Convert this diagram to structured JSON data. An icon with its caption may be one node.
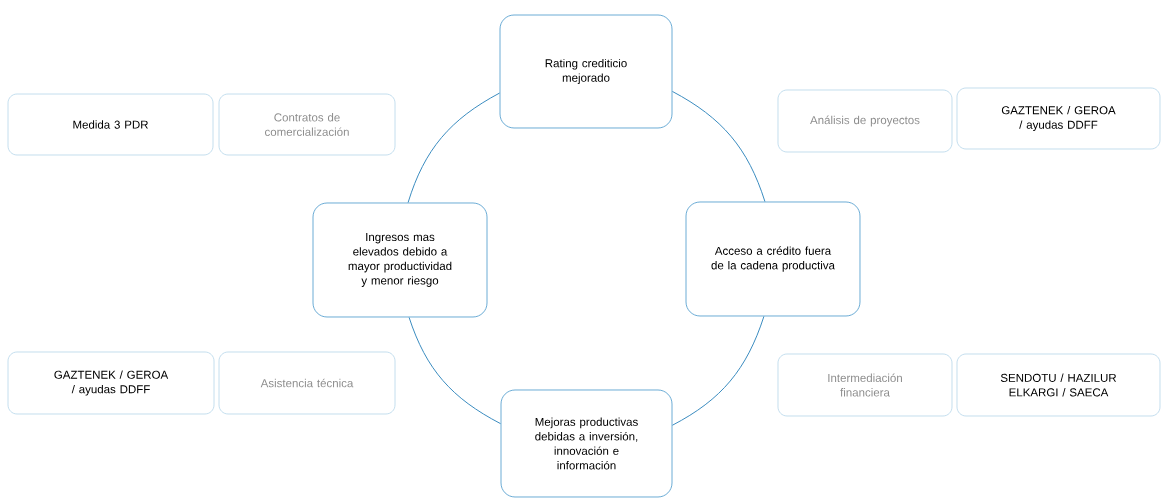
{
  "diagram": {
    "nodes": [
      {
        "text": [
          "Rating crediticio mejorado"
        ]
      },
      {
        "text": [
          "Medida 3 PDR"
        ]
      },
      {
        "text": [
          "Contratos de comercialización"
        ]
      },
      {
        "text": [
          "Análisis de proyectos"
        ]
      },
      {
        "text": [
          "GAZTENEK / GEROA / ayudas DDFF"
        ]
      },
      {
        "text": [
          "Ingresos mas elevados debido a mayor productividad y menor riesgo"
        ]
      },
      {
        "text": [
          "Acceso a crédito fuera de la cadena productiva"
        ]
      },
      {
        "text": [
          "GAZTENEK / GEROA / ayudas DDFF"
        ]
      },
      {
        "text": [
          "Asistencia técnica"
        ]
      },
      {
        "text": [
          "Intermediación financiera"
        ]
      },
      {
        "text": [
          "SENDOTU / HAZILUR ELKARGI / SAECA"
        ]
      },
      {
        "text": [
          "Mejoras productivas debidas a inversión, innovación e información"
        ]
      }
    ],
    "edges": [
      {
        "from": 0,
        "to": 5,
        "arrow": "none"
      },
      {
        "from": 0,
        "to": 6,
        "arrow": "none"
      },
      {
        "from": 6,
        "to": 11,
        "arrow": "none"
      },
      {
        "from": 11,
        "to": 5,
        "arrow": "none"
      }
    ]
  }
}
